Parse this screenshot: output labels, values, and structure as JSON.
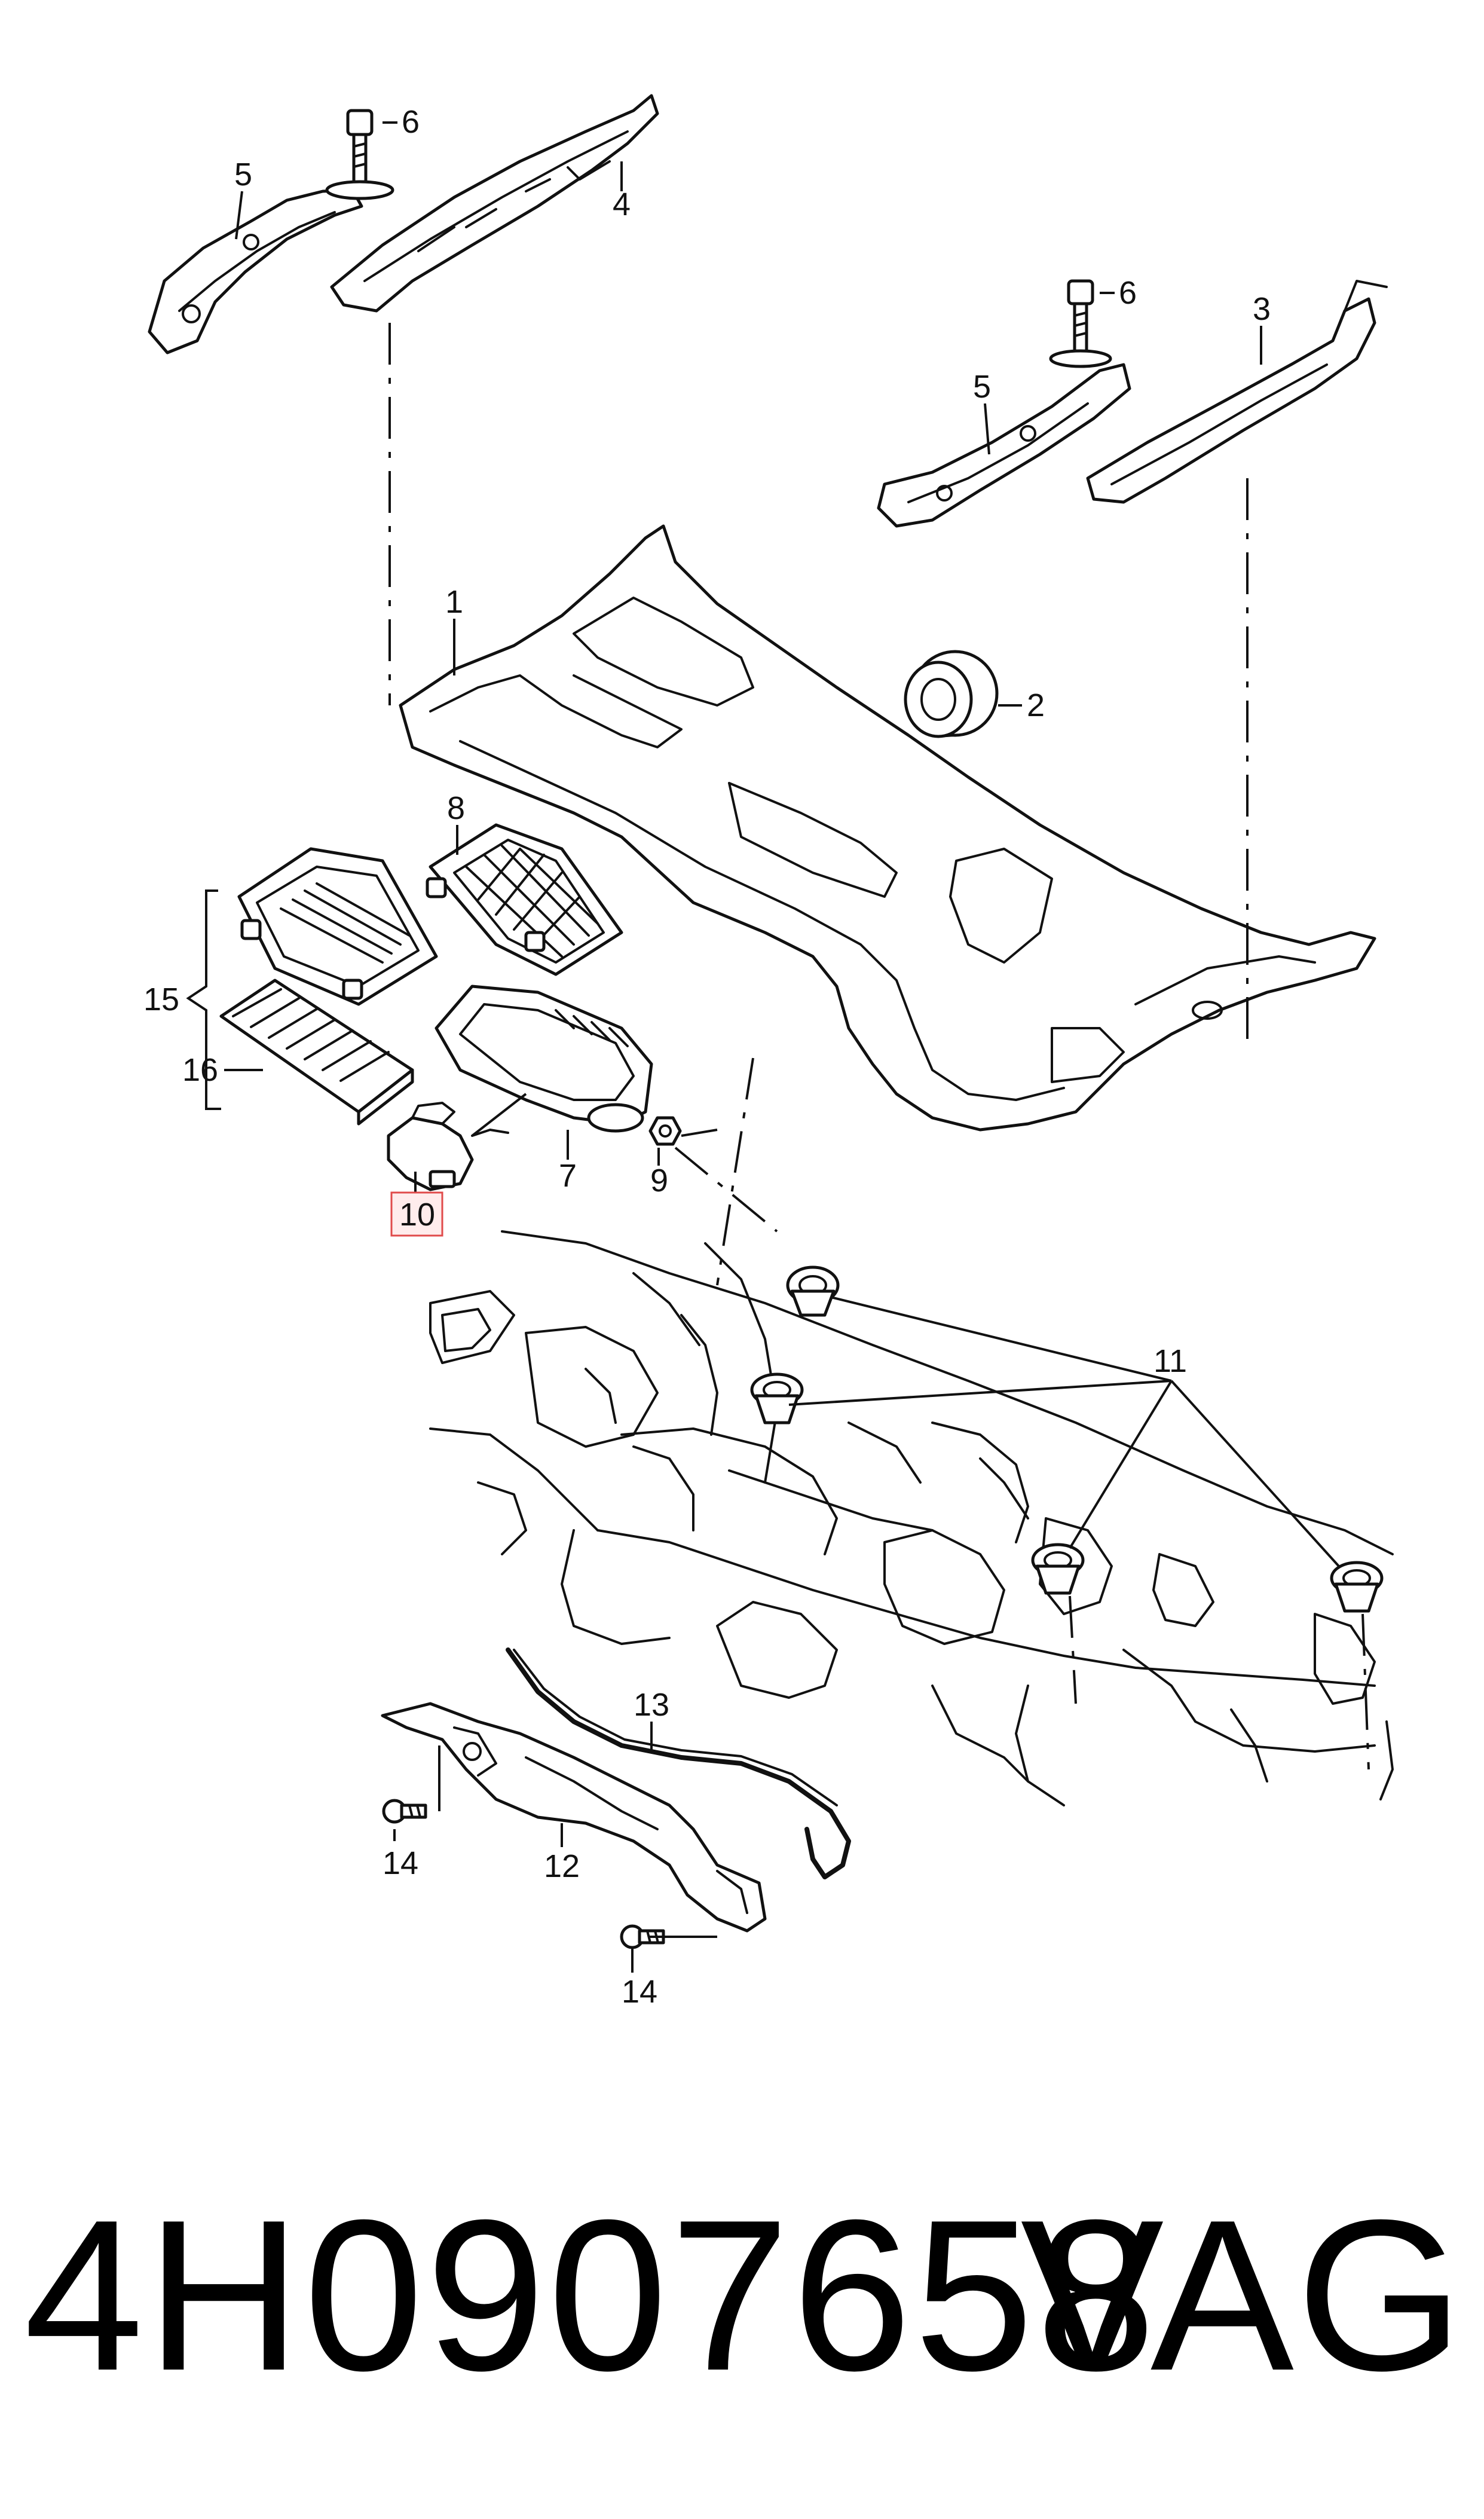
{
  "callouts": {
    "c1": "1",
    "c2": "2",
    "c3": "3",
    "c4": "4",
    "c5a": "5",
    "c5b": "5",
    "c6a": "6",
    "c6b": "6",
    "c7": "7",
    "c8": "8",
    "c9": "9",
    "c10": "10",
    "c11": "11",
    "c12": "12",
    "c13": "13",
    "c14a": "14",
    "c14b": "14",
    "c15": "15",
    "c16": "16"
  },
  "highlight_color": "#e04b4b",
  "footer": {
    "part_number": "4H0907658",
    "brand": "VAG"
  }
}
